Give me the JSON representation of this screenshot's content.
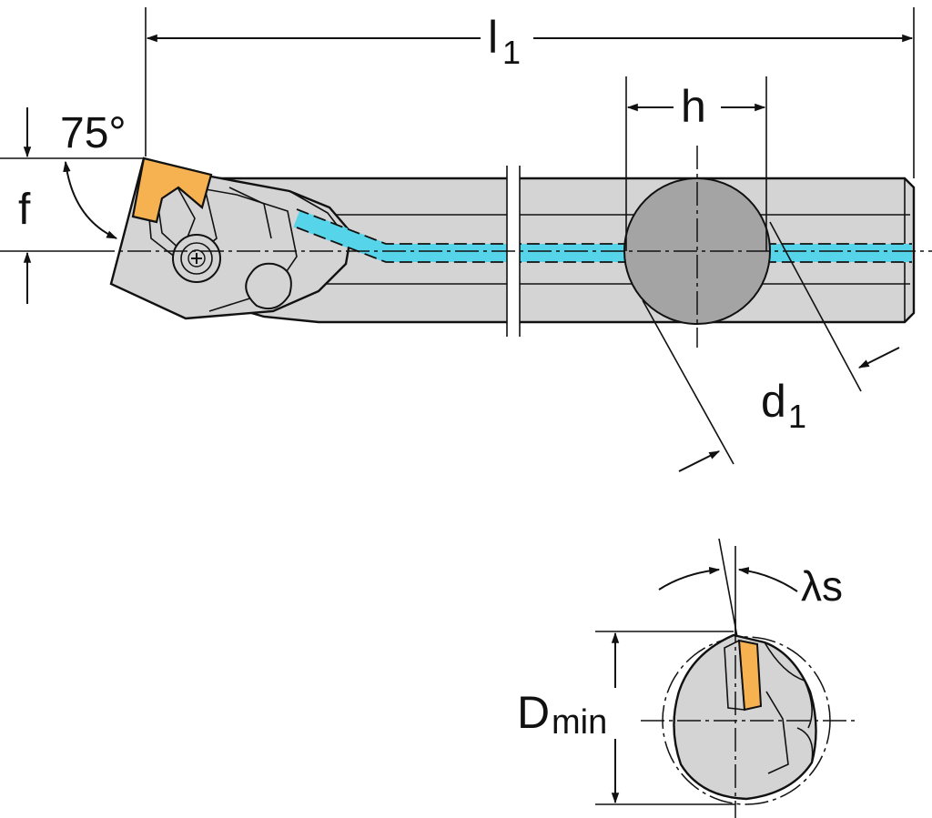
{
  "labels": {
    "angle": "75°",
    "f": "f",
    "l": "l",
    "l_sub": "1",
    "h": "h",
    "d": "d",
    "d_sub": "1",
    "D": "D",
    "D_sub": "min",
    "lambda": "λs"
  },
  "colors": {
    "body": "#d4d4d4",
    "shank_section": "#a4a4a4",
    "insert": "#f6b250",
    "coolant": "#55d4ea",
    "outline": "#111111"
  }
}
